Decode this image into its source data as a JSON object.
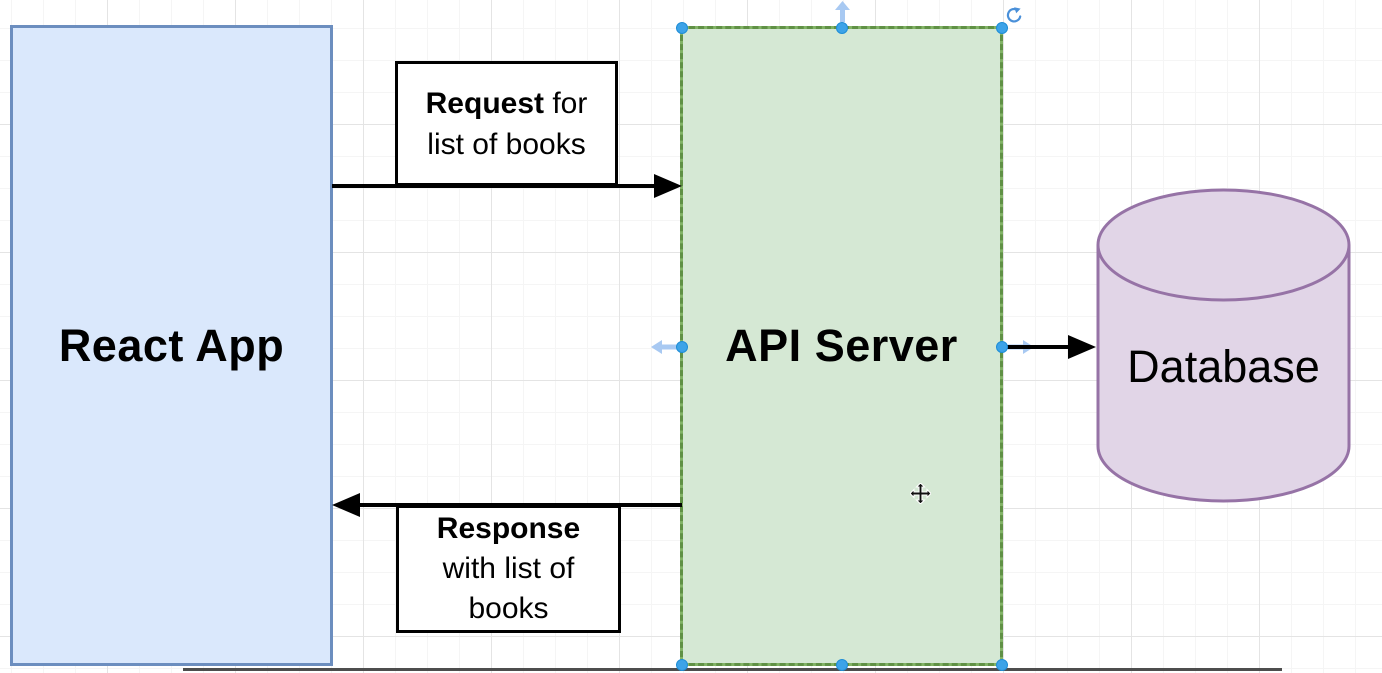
{
  "diagram": {
    "nodes": {
      "react_app": {
        "label": "React App",
        "fill": "#dae8fc",
        "stroke": "#6c8ebf"
      },
      "api_server": {
        "label": "API Server",
        "fill": "#d5e8d4",
        "stroke": "#82b366",
        "selected": true
      },
      "database": {
        "label": "Database",
        "fill": "#e1d5e7",
        "stroke": "#9673a6"
      }
    },
    "edge_labels": {
      "request": {
        "bold": "Request",
        "rest": " for",
        "line2": "list of books"
      },
      "response": {
        "bold": "Response",
        "line2": "with list of",
        "line3": "books"
      }
    },
    "selection": {
      "handle_color": "#3da3e8",
      "direction_arrow_color": "#a8c9f2",
      "rotate_icon_color": "#4a90d9",
      "icons": [
        "rotate-icon",
        "move-cursor-icon",
        "direction-arrow-up-icon",
        "direction-arrow-left-icon",
        "direction-arrow-right-icon"
      ]
    },
    "connector_color": "#000000"
  }
}
